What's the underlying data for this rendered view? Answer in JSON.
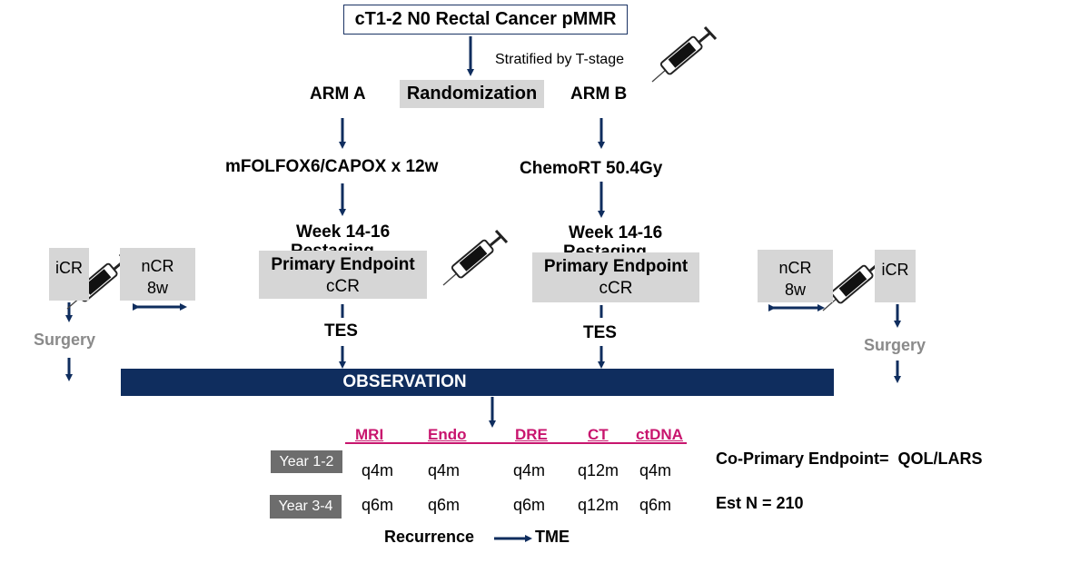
{
  "title": "cT1-2 N0 Rectal Cancer pMMR",
  "stratified": "Stratified by T-stage",
  "randomization": "Randomization",
  "arm_a": {
    "label": "ARM A",
    "treatment": "mFOLFOX6/CAPOX x 12w",
    "week": "Week 14-16",
    "restaging_partial": "Restaging",
    "endpoint_title": "Primary Endpoint",
    "endpoint_value": "cCR",
    "tes": "TES"
  },
  "arm_b": {
    "label": "ARM B",
    "treatment": "ChemoRT 50.4Gy",
    "week": "Week 14-16",
    "restaging_partial": "Restaging",
    "endpoint_title": "Primary Endpoint",
    "endpoint_value": "cCR",
    "tes": "TES"
  },
  "left_side": {
    "icr": "iCR",
    "ncr": "nCR",
    "ncr_time": "8w",
    "surgery": "Surgery"
  },
  "right_side": {
    "icr": "iCR",
    "ncr": "nCR",
    "ncr_time": "8w",
    "surgery": "Surgery"
  },
  "observation": "OBSERVATION",
  "surveillance": {
    "tests": [
      "MRI",
      "Endo",
      "DRE",
      "CT",
      "ctDNA"
    ],
    "rows": [
      {
        "period": "Year 1-2",
        "values": [
          "q4m",
          "q4m",
          "q4m",
          "q12m",
          "q4m"
        ]
      },
      {
        "period": "Year 3-4",
        "values": [
          "q6m",
          "q6m",
          "q6m",
          "q12m",
          "q6m"
        ]
      }
    ]
  },
  "recurrence": "Recurrence",
  "tme": "TME",
  "co_primary": "Co-Primary Endpoint=  QOL/LARS",
  "est_n": "Est N = 210",
  "colors": {
    "navy": "#0f2d5e",
    "gray_box": "#d6d6d6",
    "year_box": "#6d6d6d",
    "test_header": "#c8156e",
    "surgery_text": "#8a8a8a"
  }
}
